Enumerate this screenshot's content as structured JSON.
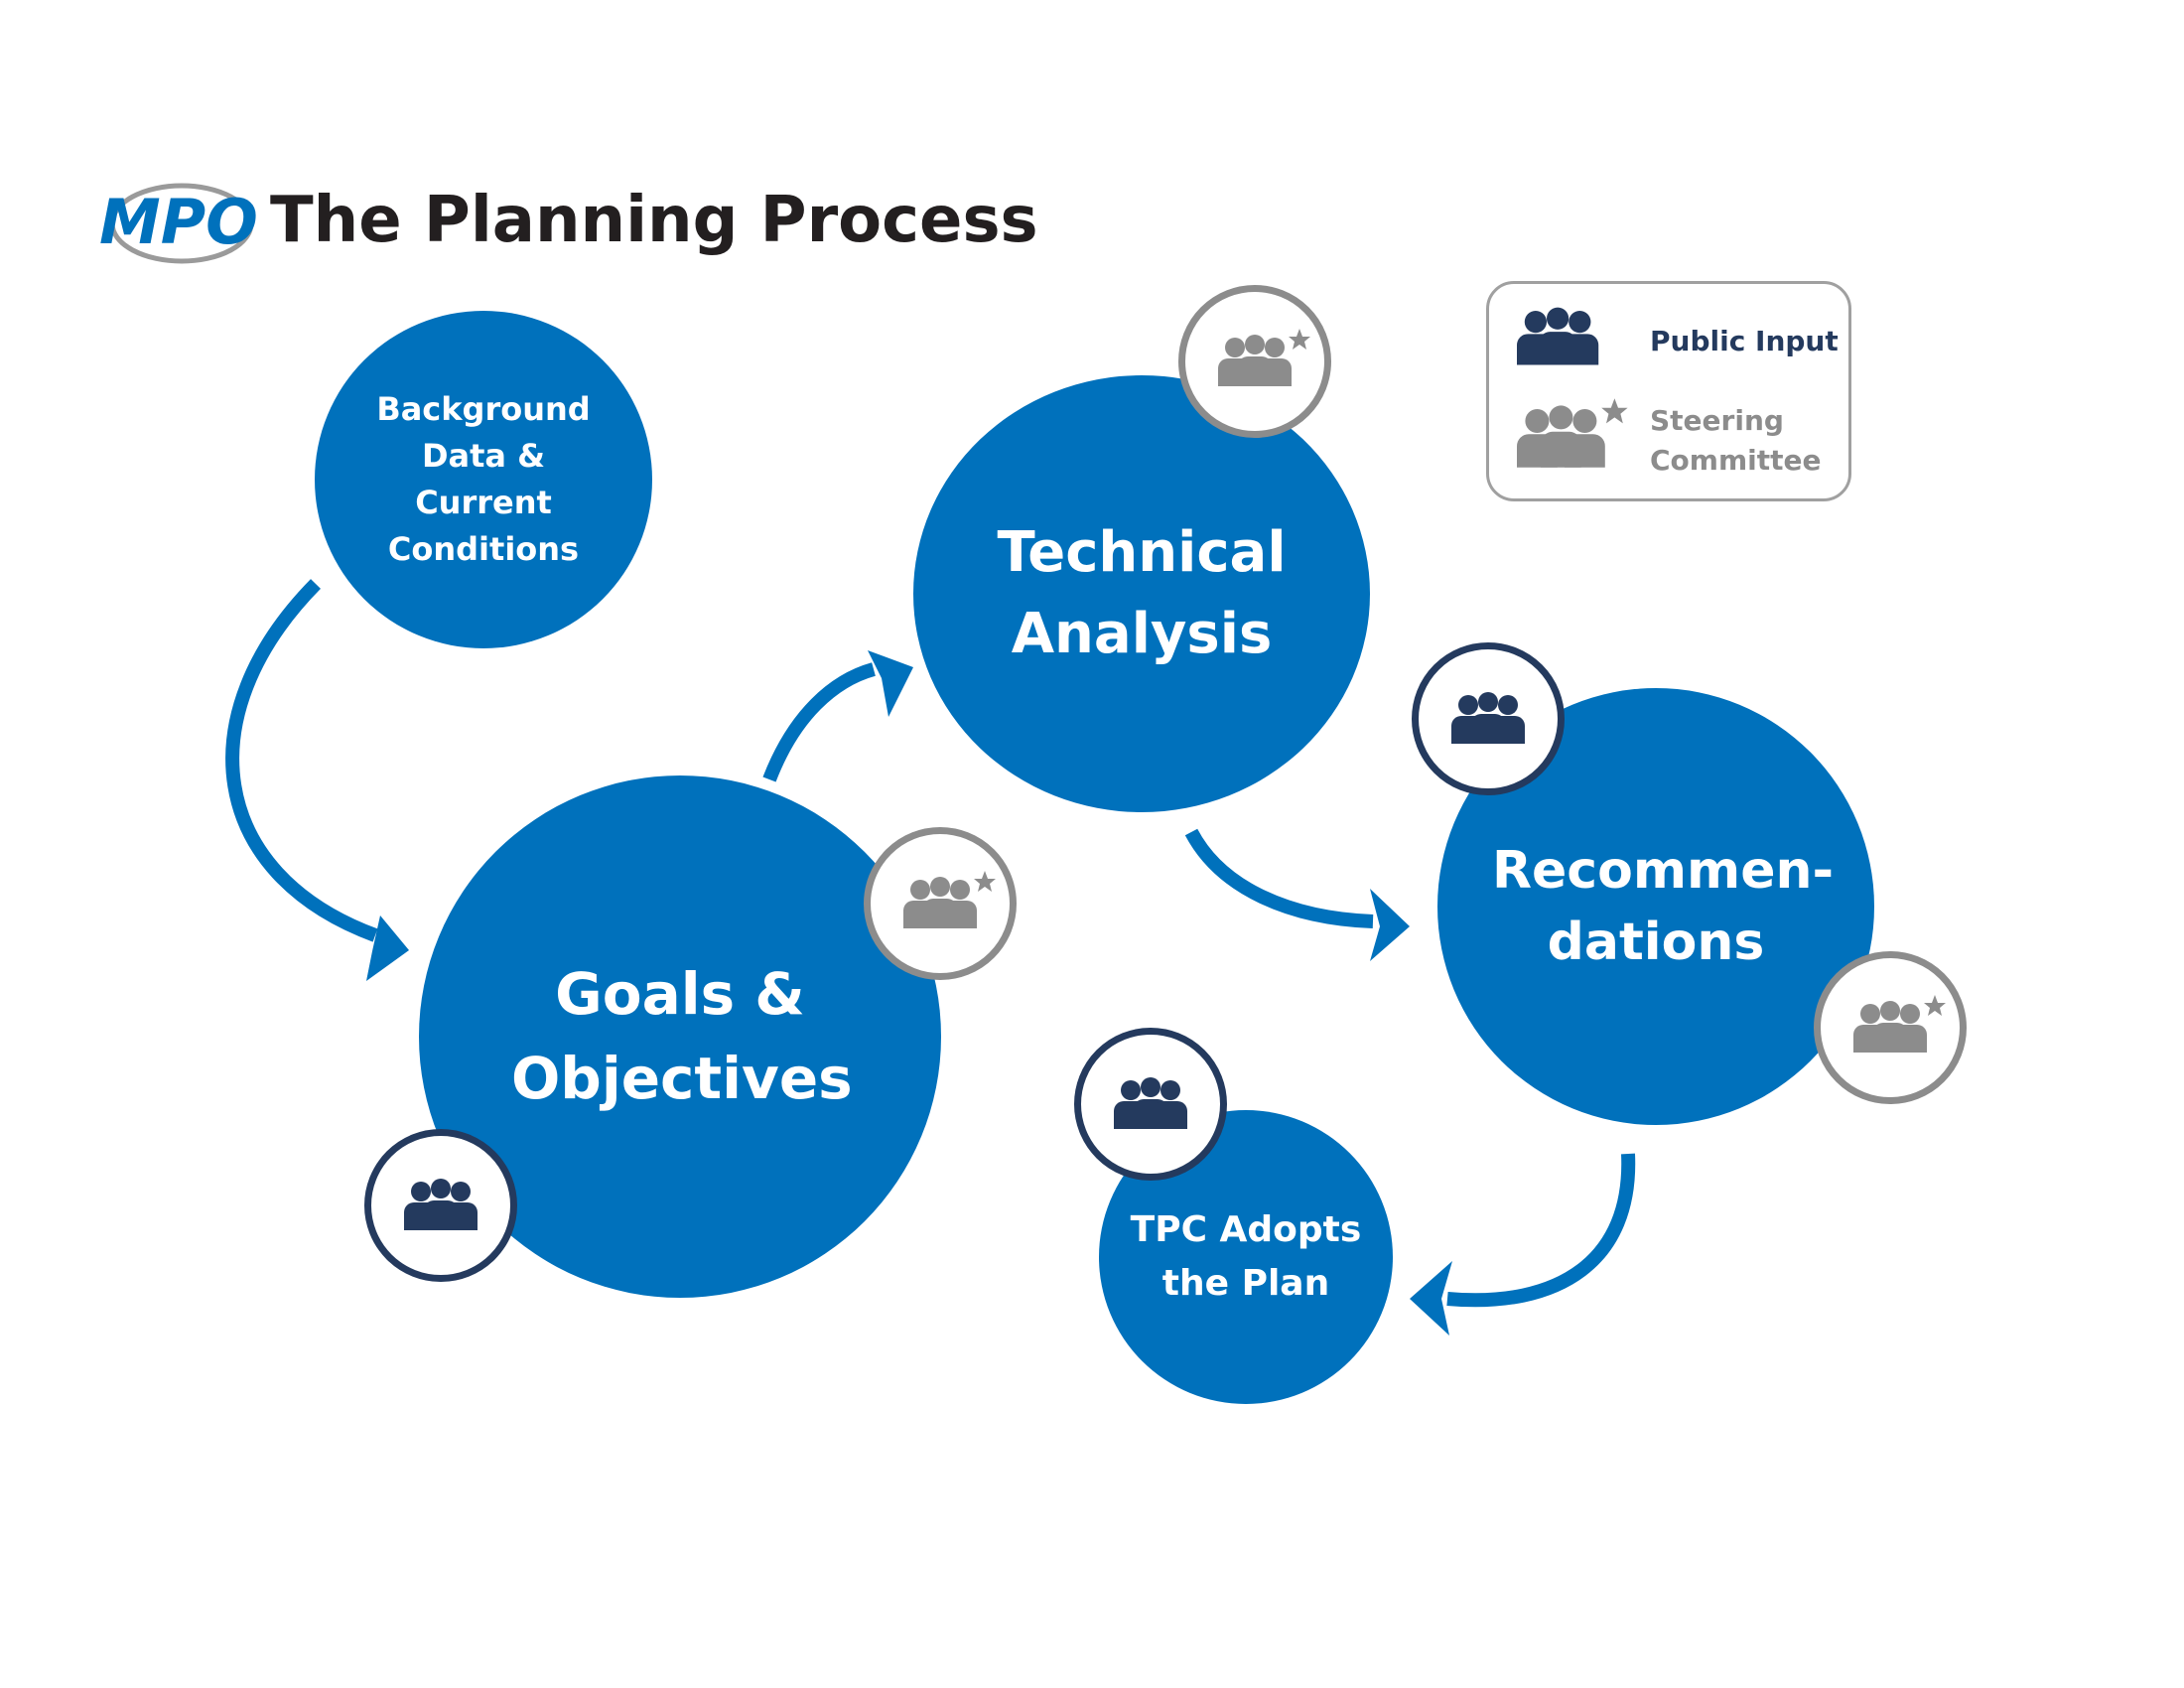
{
  "header": {
    "logo_text": "MPO",
    "title": "The Planning Process"
  },
  "steps": {
    "background": "Background Data & Current Conditions",
    "technical": "Technical Analysis",
    "goals": "Goals & Objectives",
    "recommendations": "Recommen- dations",
    "tpc": "TPC Adopts the Plan"
  },
  "legend": {
    "public_input": "Public Input",
    "steering_committee": "Steering Committee"
  },
  "icons": {
    "public_input": "people-group-icon",
    "steering_committee": "people-group-star-icon"
  },
  "colors": {
    "circle": "#0071bc",
    "public": "#243a5e",
    "steering": "#8c8c8c",
    "arrow": "#0071bc"
  }
}
